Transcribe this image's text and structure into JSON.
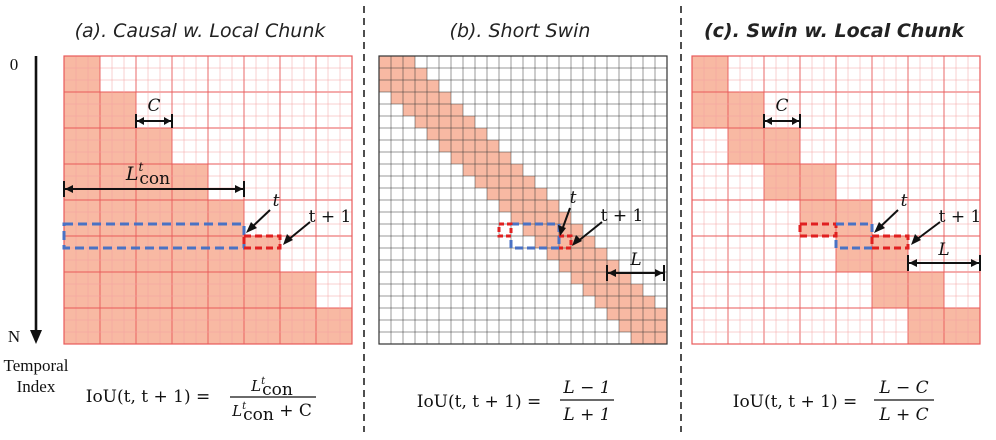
{
  "panels": [
    {
      "id": "a",
      "title": "(a). Causal w. Local Chunk",
      "title_bold": false,
      "chunk_label": "C",
      "length_label": "L",
      "length_sup": "t",
      "length_sub": "con",
      "t_label": "t",
      "t1_label": "t + 1",
      "formula": {
        "lhs": "IoU(t, t + 1) =",
        "numerator": "L",
        "numerator_sup": "t",
        "numerator_sub": "con",
        "denominator": "L",
        "denominator_sup": "t",
        "denominator_sub": "con",
        "denominator_tail": " + C"
      }
    },
    {
      "id": "b",
      "title": "(b). Short Swin",
      "title_bold": false,
      "length_label": "L",
      "t_label": "t",
      "t1_label": "t + 1",
      "formula": {
        "lhs": "IoU(t, t + 1) =",
        "numerator": "L − 1",
        "denominator": "L + 1"
      }
    },
    {
      "id": "c",
      "title": "(c). Swin w. Local Chunk",
      "title_bold": true,
      "chunk_label": "C",
      "length_label": "L",
      "t_label": "t",
      "t1_label": "t + 1",
      "formula": {
        "lhs": "IoU(t, t + 1) =",
        "numerator": "L − C",
        "denominator": "L + C"
      }
    }
  ],
  "axis": {
    "start_label": "0",
    "end_label": "N",
    "name_line1": "Temporal",
    "name_line2": "Index"
  },
  "colors": {
    "fill": "#f8b9a3",
    "grid_red": "#e85a5a",
    "grid_black": "#333333",
    "blue_dash": "#4a72c4",
    "red_dash": "#e02020"
  }
}
